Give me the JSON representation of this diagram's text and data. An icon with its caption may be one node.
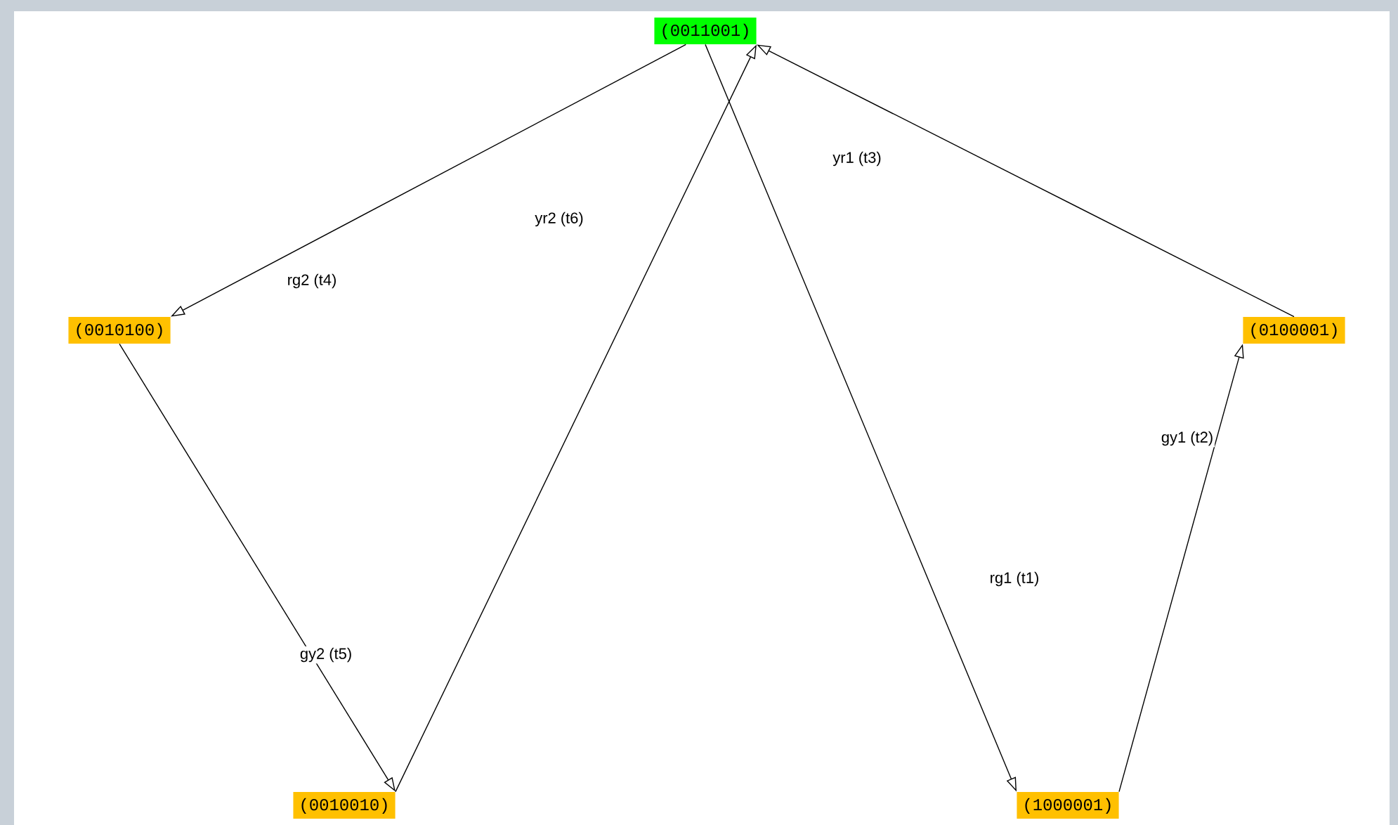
{
  "diagram": {
    "nodes": [
      {
        "text": [
          "(0011001)"
        ]
      },
      {
        "text": [
          "(0010100)"
        ]
      },
      {
        "text": [
          "(0100001)"
        ]
      },
      {
        "text": [
          "(0010010)"
        ]
      },
      {
        "text": [
          "(1000001)"
        ]
      }
    ],
    "edges": [
      {
        "from": 0,
        "to": 1,
        "arrow": "to",
        "label": "rg2 (t4)"
      },
      {
        "from": 1,
        "to": 3,
        "arrow": "to",
        "label": "gy2 (t5)"
      },
      {
        "from": 3,
        "to": 0,
        "arrow": "to",
        "label": "yr2 (t6)"
      },
      {
        "from": 0,
        "to": 4,
        "arrow": "to",
        "label": "rg1 (t1)"
      },
      {
        "from": 4,
        "to": 2,
        "arrow": "to",
        "label": "gy1 (t2)"
      },
      {
        "from": 2,
        "to": 0,
        "arrow": "to",
        "label": "yr1 (t3)"
      }
    ]
  }
}
